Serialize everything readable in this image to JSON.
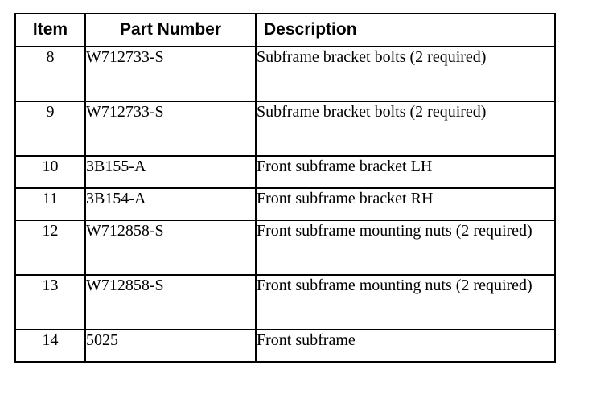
{
  "table": {
    "columns": [
      {
        "key": "item",
        "label": "Item"
      },
      {
        "key": "part_number",
        "label": "Part Number"
      },
      {
        "key": "description",
        "label": "Description"
      }
    ],
    "rows": [
      {
        "item": "8",
        "part_number": "W712733-S",
        "description": "Subframe bracket bolts (2 required)",
        "wrapped": true
      },
      {
        "item": "9",
        "part_number": "W712733-S",
        "description": "Subframe bracket bolts (2 required)",
        "wrapped": true
      },
      {
        "item": "10",
        "part_number": "3B155-A",
        "description": "Front subframe bracket LH",
        "wrapped": false
      },
      {
        "item": "11",
        "part_number": "3B154-A",
        "description": "Front subframe bracket RH",
        "wrapped": false
      },
      {
        "item": "12",
        "part_number": "W712858-S",
        "description": "Front subframe mounting nuts (2 required)",
        "wrapped": true
      },
      {
        "item": "13",
        "part_number": "W712858-S",
        "description": "Front subframe mounting nuts (2 required)",
        "wrapped": true
      },
      {
        "item": "14",
        "part_number": "5025",
        "description": "Front subframe",
        "wrapped": false
      }
    ]
  },
  "style": {
    "border_color": "#000000",
    "text_color": "#000000",
    "background_color": "#ffffff"
  }
}
